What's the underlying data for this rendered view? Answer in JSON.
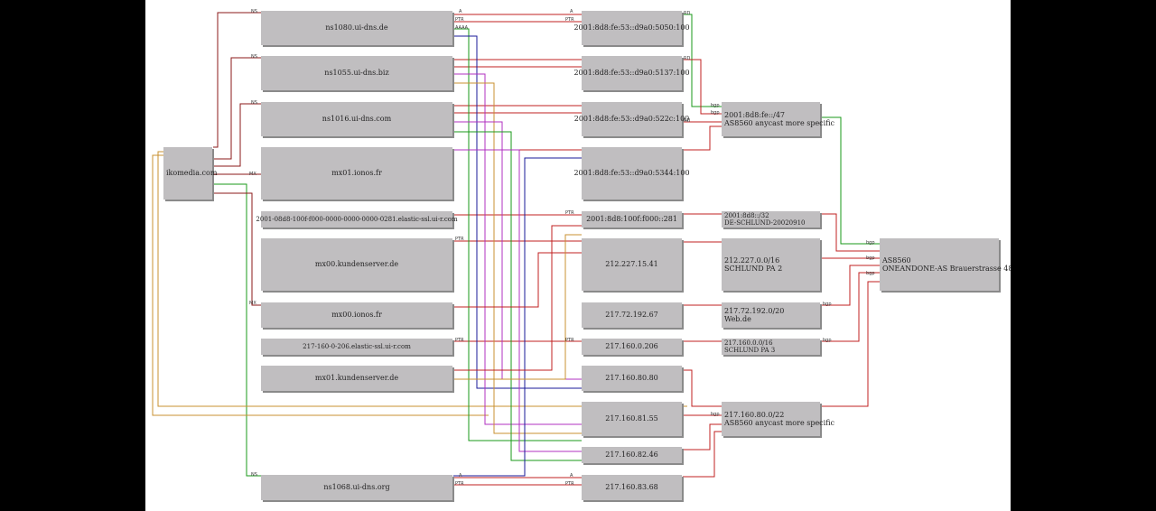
{
  "nodes": {
    "domain": "ikomedia.com",
    "ns1080": "ns1080.ui-dns.de",
    "ns1055": "ns1055.ui-dns.biz",
    "ns1016": "ns1016.ui-dns.com",
    "mx01_ionos": "mx01.ionos.fr",
    "ptr_ipv6_name": "2001-08d8-100f-f000-0000-0000-0000-0281.elastic-ssl.ui-r.com",
    "mx00_kundenserver": "mx00.kundenserver.de",
    "mx00_ionos": "mx00.ionos.fr",
    "ptr_217_name": "217-160-0-206.elastic-ssl.ui-r.com",
    "mx01_kundenserver": "mx01.kundenserver.de",
    "ns1068": "ns1068.ui-dns.org",
    "ip6_5050": "2001:8d8:fe:53::d9a0:5050:100",
    "ip6_5137": "2001:8d8:fe:53::d9a0:5137:100",
    "ip6_522c": "2001:8d8:fe:53::d9a0:522c:100",
    "ip6_5344": "2001:8d8:fe:53::d9a0:5344:100",
    "ip6_281": "2001:8d8:100f:f000::281",
    "ip_15_41": "212.227.15.41",
    "ip_192_67": "217.72.192.67",
    "ip_0_206": "217.160.0.206",
    "ip_80_80": "217.160.80.80",
    "ip_81_55": "217.160.81.55",
    "ip_82_46": "217.160.82.46",
    "ip_83_68": "217.160.83.68",
    "net_2001_29": {
      "line1": "2001:8d8:fe::/47",
      "line2": "AS8560 anycast more specific"
    },
    "net_2001_32": {
      "line1": "2001:8d8::/32",
      "line2": "DE-SCHLUND-20020910"
    },
    "net_212_16": {
      "line1": "212.227.0.0/16",
      "line2": "SCHLUND PA 2"
    },
    "net_217_72": {
      "line1": "217.72.192.0/20",
      "line2": "Web.de"
    },
    "net_217_160": {
      "line1": "217.160.0.0/16",
      "line2": "SCHLUND PA 3"
    },
    "net_anycast": {
      "line1": "217.160.80.0/22",
      "line2": "AS8560 anycast more specific"
    },
    "asn": {
      "line1": "AS8560",
      "line2": "ONEANDONE-AS Brauerstrasse 48"
    }
  },
  "edge_labels": {
    "ns": "NS",
    "mx": "MX",
    "a": "A",
    "aaaa": "AAAA",
    "ptr": "PTR",
    "bgp": "bgp",
    "rd": "RD"
  },
  "colors": {
    "canvas": "#ffffff",
    "node_fill": "#c0bec0",
    "ns_edge": "#8b1a1a",
    "a_green": "#1a9a1a",
    "a_blue": "#1a1a9a",
    "a_magenta": "#b030c0",
    "a_orange": "#c89030",
    "ptr_red": "#c02020",
    "bgp_green": "#20a020"
  }
}
